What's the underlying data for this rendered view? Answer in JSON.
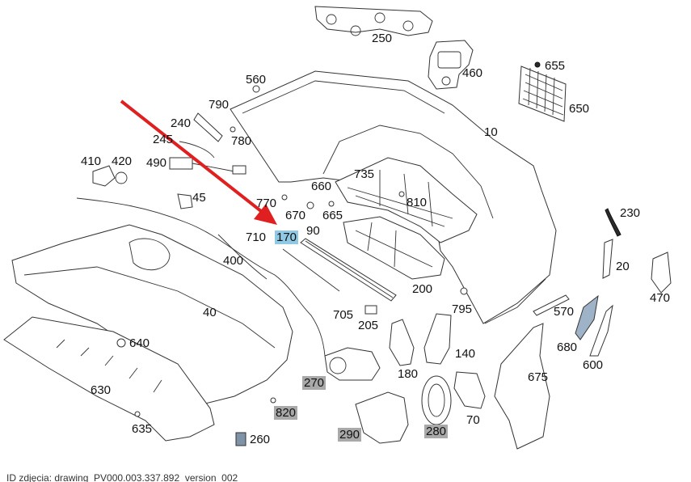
{
  "caption": "ID zdjęcia: drawing_PV000.003.337.892_version_002",
  "highlight_colors": {
    "selected": "#8fc9e3",
    "grey": "#a9a9a9"
  },
  "arrow_color": "#e02020",
  "callouts": [
    {
      "id": "250",
      "label": "250",
      "style": "plain"
    },
    {
      "id": "655",
      "label": "655",
      "style": "plain"
    },
    {
      "id": "460",
      "label": "460",
      "style": "plain"
    },
    {
      "id": "560",
      "label": "560",
      "style": "plain"
    },
    {
      "id": "650",
      "label": "650",
      "style": "plain"
    },
    {
      "id": "790",
      "label": "790",
      "style": "plain"
    },
    {
      "id": "240",
      "label": "240",
      "style": "plain"
    },
    {
      "id": "10",
      "label": "10",
      "style": "plain"
    },
    {
      "id": "245",
      "label": "245",
      "style": "plain"
    },
    {
      "id": "780",
      "label": "780",
      "style": "plain"
    },
    {
      "id": "410",
      "label": "410",
      "style": "plain"
    },
    {
      "id": "420",
      "label": "420",
      "style": "plain"
    },
    {
      "id": "490",
      "label": "490",
      "style": "plain"
    },
    {
      "id": "735",
      "label": "735",
      "style": "plain"
    },
    {
      "id": "660",
      "label": "660",
      "style": "plain"
    },
    {
      "id": "45",
      "label": "45",
      "style": "plain"
    },
    {
      "id": "770",
      "label": "770",
      "style": "plain"
    },
    {
      "id": "810",
      "label": "810",
      "style": "plain"
    },
    {
      "id": "230",
      "label": "230",
      "style": "plain"
    },
    {
      "id": "670",
      "label": "670",
      "style": "plain"
    },
    {
      "id": "665",
      "label": "665",
      "style": "plain"
    },
    {
      "id": "710",
      "label": "710",
      "style": "plain"
    },
    {
      "id": "170",
      "label": "170",
      "style": "selected"
    },
    {
      "id": "90",
      "label": "90",
      "style": "plain"
    },
    {
      "id": "400",
      "label": "400",
      "style": "plain"
    },
    {
      "id": "20",
      "label": "20",
      "style": "plain"
    },
    {
      "id": "470",
      "label": "470",
      "style": "plain"
    },
    {
      "id": "200",
      "label": "200",
      "style": "plain"
    },
    {
      "id": "40",
      "label": "40",
      "style": "plain"
    },
    {
      "id": "795",
      "label": "795",
      "style": "plain"
    },
    {
      "id": "705",
      "label": "705",
      "style": "plain"
    },
    {
      "id": "570",
      "label": "570",
      "style": "plain"
    },
    {
      "id": "205",
      "label": "205",
      "style": "plain"
    },
    {
      "id": "640",
      "label": "640",
      "style": "plain"
    },
    {
      "id": "140",
      "label": "140",
      "style": "plain"
    },
    {
      "id": "680",
      "label": "680",
      "style": "plain"
    },
    {
      "id": "600",
      "label": "600",
      "style": "plain"
    },
    {
      "id": "180",
      "label": "180",
      "style": "plain"
    },
    {
      "id": "270",
      "label": "270",
      "style": "grey"
    },
    {
      "id": "675",
      "label": "675",
      "style": "plain"
    },
    {
      "id": "630",
      "label": "630",
      "style": "plain"
    },
    {
      "id": "820",
      "label": "820",
      "style": "grey"
    },
    {
      "id": "70",
      "label": "70",
      "style": "plain"
    },
    {
      "id": "635",
      "label": "635",
      "style": "plain"
    },
    {
      "id": "280",
      "label": "280",
      "style": "grey"
    },
    {
      "id": "290",
      "label": "290",
      "style": "grey"
    },
    {
      "id": "260",
      "label": "260",
      "style": "plain"
    }
  ]
}
